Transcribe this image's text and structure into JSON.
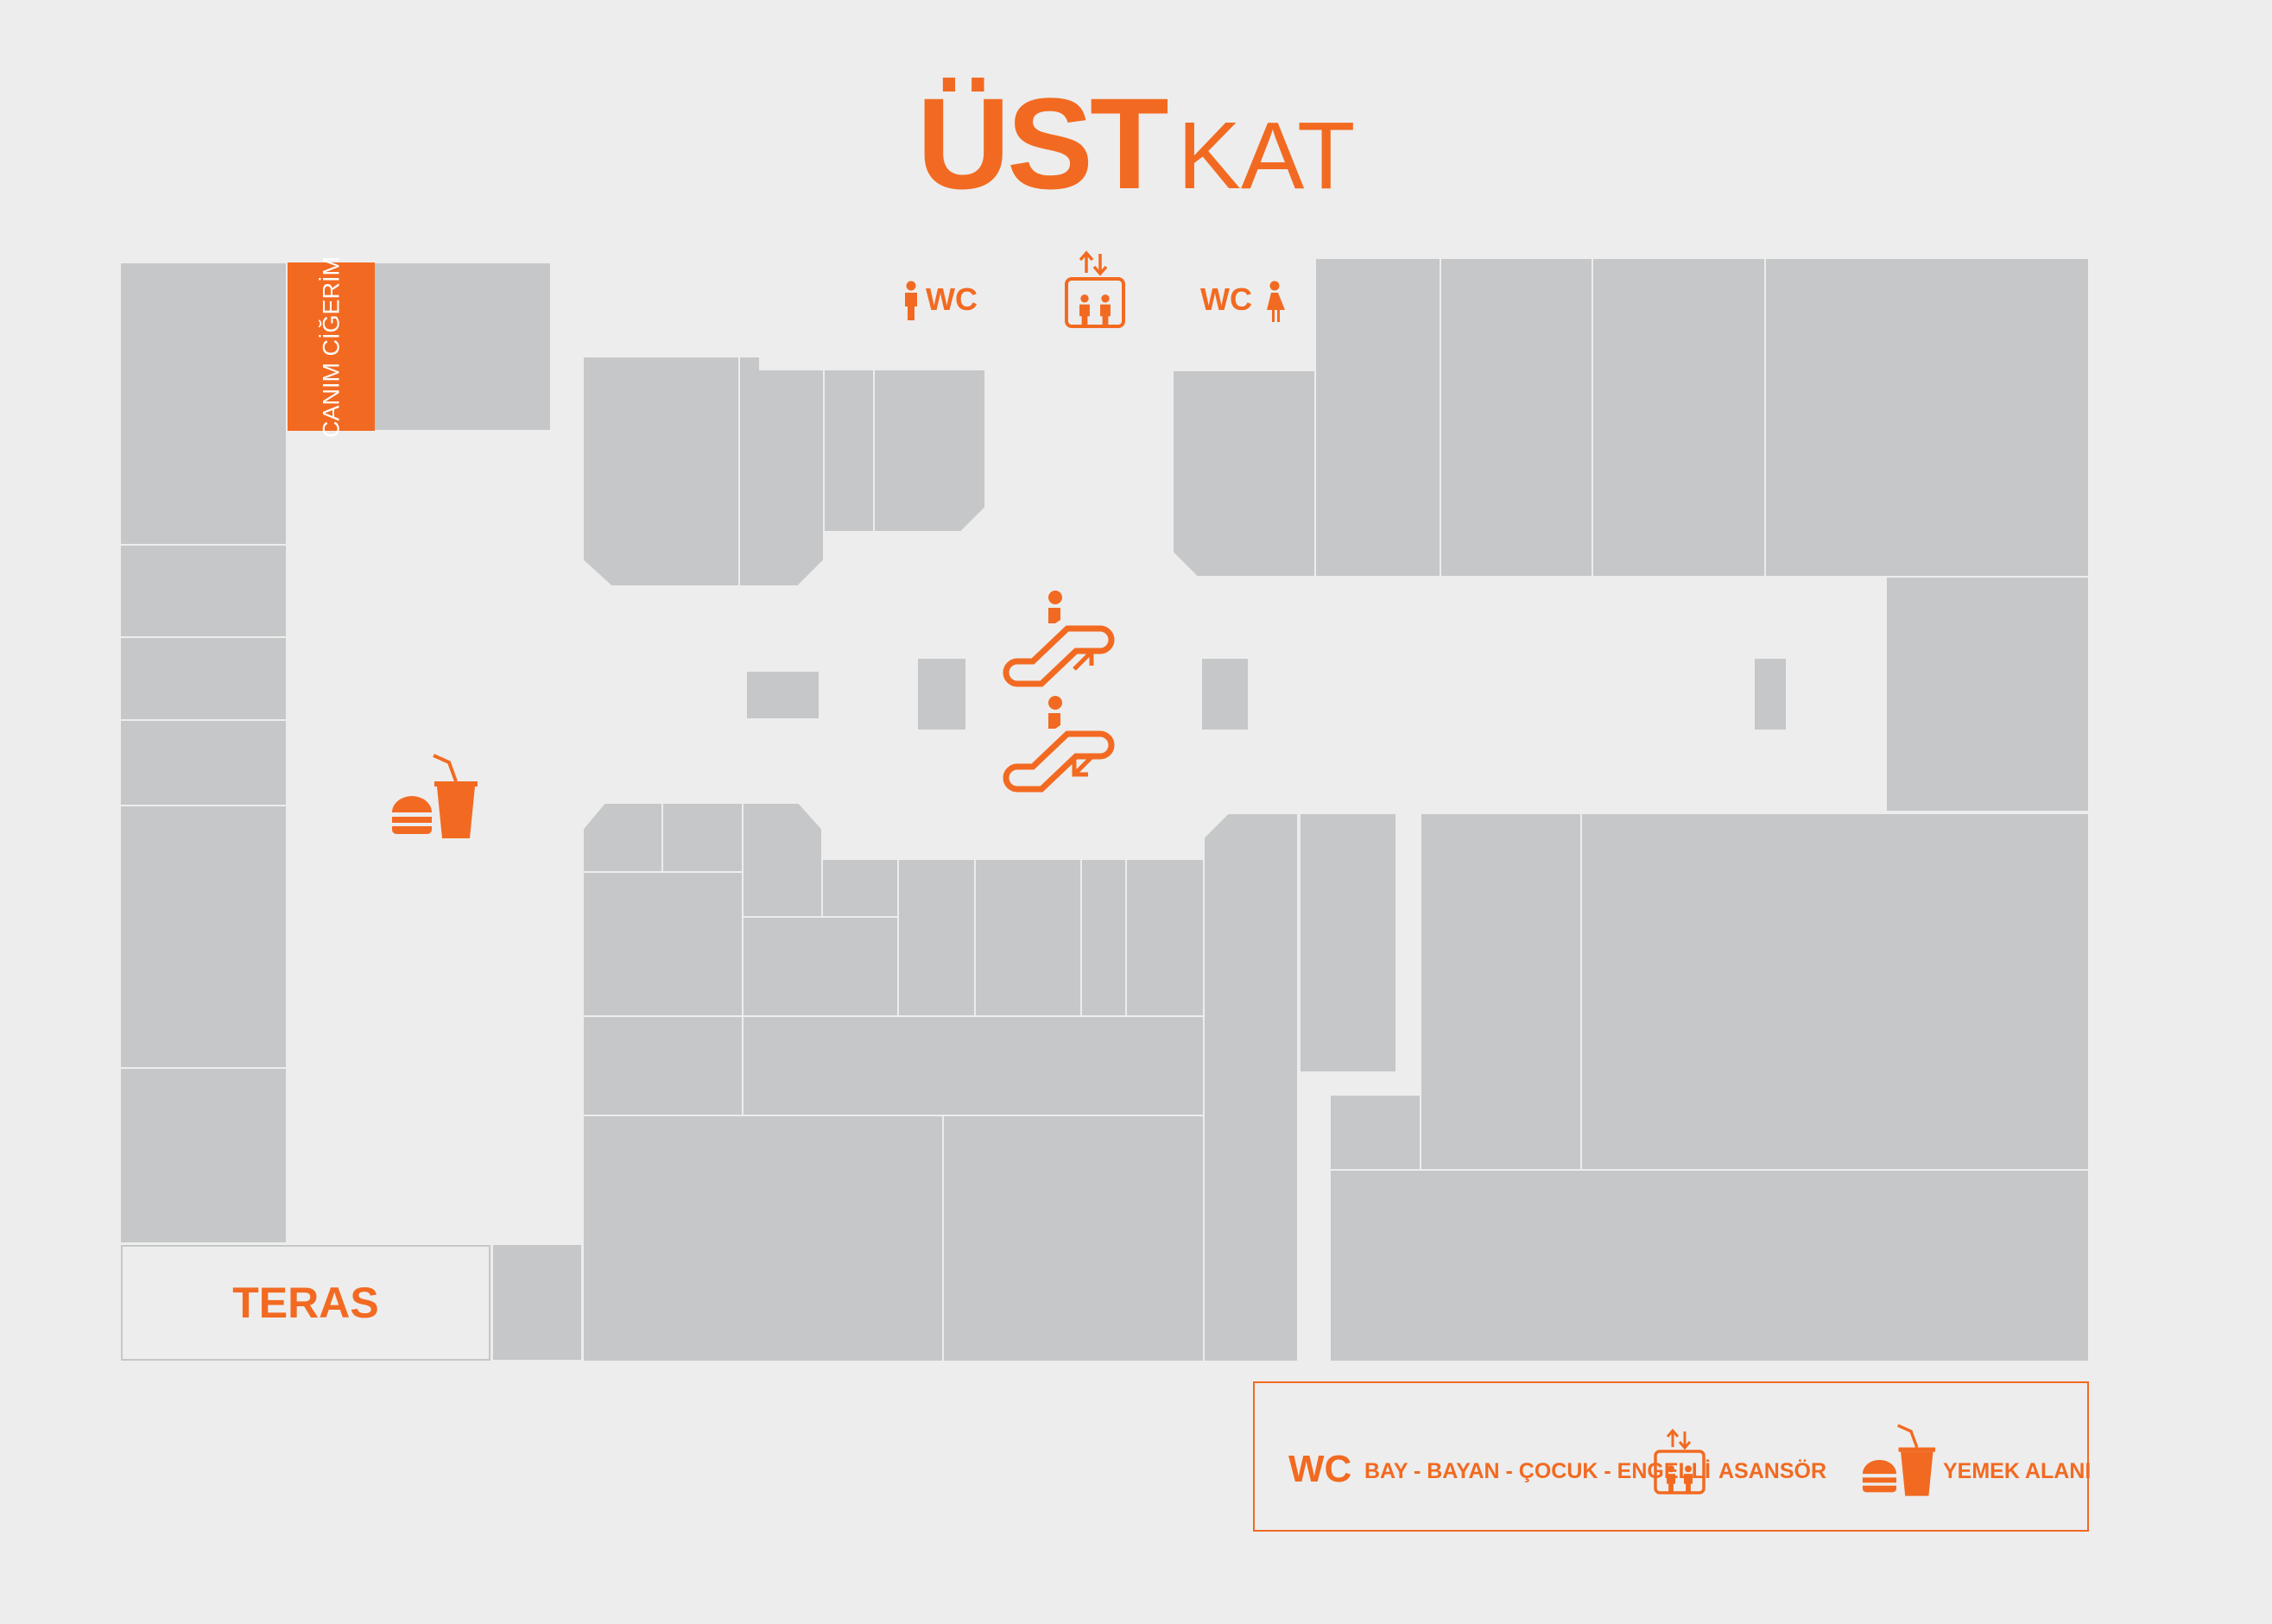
{
  "title": {
    "bold": "ÜST",
    "light": "KAT"
  },
  "colors": {
    "accent": "#f26a21",
    "store": "#c6c7c8",
    "background": "#ededed"
  },
  "stores": {
    "canim_cigerim": "CANIM CİĞERİM",
    "teras": "TERAS"
  },
  "map_icons": {
    "wc_left": "WC",
    "wc_right": "WC",
    "elevator": "elevator-icon",
    "escalator_up": "escalator-up-icon",
    "escalator_down": "escalator-down-icon",
    "food": "food-court-icon"
  },
  "legend": {
    "wc_symbol": "WC",
    "wc_text": "BAY - BAYAN - ÇOCUK - ENGELLİ",
    "elevator_text": "ASANSÖR",
    "food_text": "YEMEK ALANI"
  }
}
